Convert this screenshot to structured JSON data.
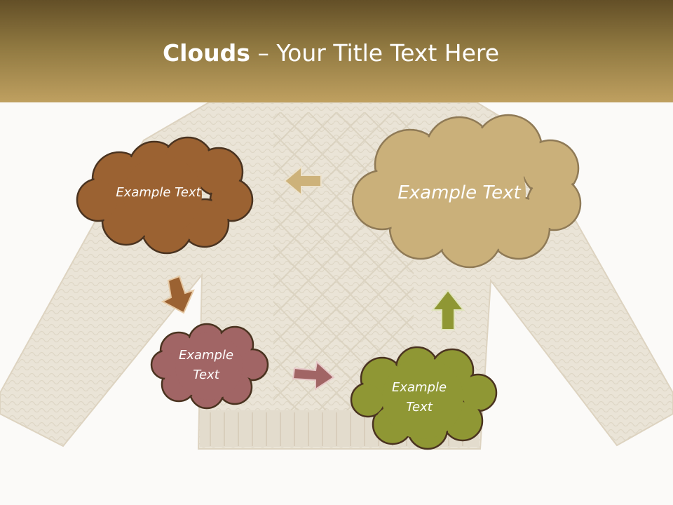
{
  "slide": {
    "title_bold": "Clouds",
    "title_dash": " – ",
    "title_rest": "Your Title Text Here"
  },
  "clouds": [
    {
      "id": "brown",
      "color": "#9b6232",
      "label": "Example Text"
    },
    {
      "id": "tan",
      "color": "#cab07a",
      "label": "Example Text"
    },
    {
      "id": "mauve",
      "color": "#a16565",
      "label_line1": "Example",
      "label_line2": "Text"
    },
    {
      "id": "olive",
      "color": "#8f9734",
      "label_line1": "Example",
      "label_line2": "Text"
    }
  ],
  "colors": {
    "header_dark": "#634f27",
    "header_light": "#bfa060",
    "sweater": "#eae4d7",
    "cloud_outline": "#4a3320",
    "arrow_tan": "#cdb27a",
    "arrow_brown": "#9b6232",
    "arrow_mauve": "#a16565",
    "arrow_olive": "#8f9734"
  },
  "icons": [
    "sweater-background",
    "cloud-shape",
    "arrow-left",
    "arrow-down",
    "arrow-right",
    "arrow-up"
  ]
}
